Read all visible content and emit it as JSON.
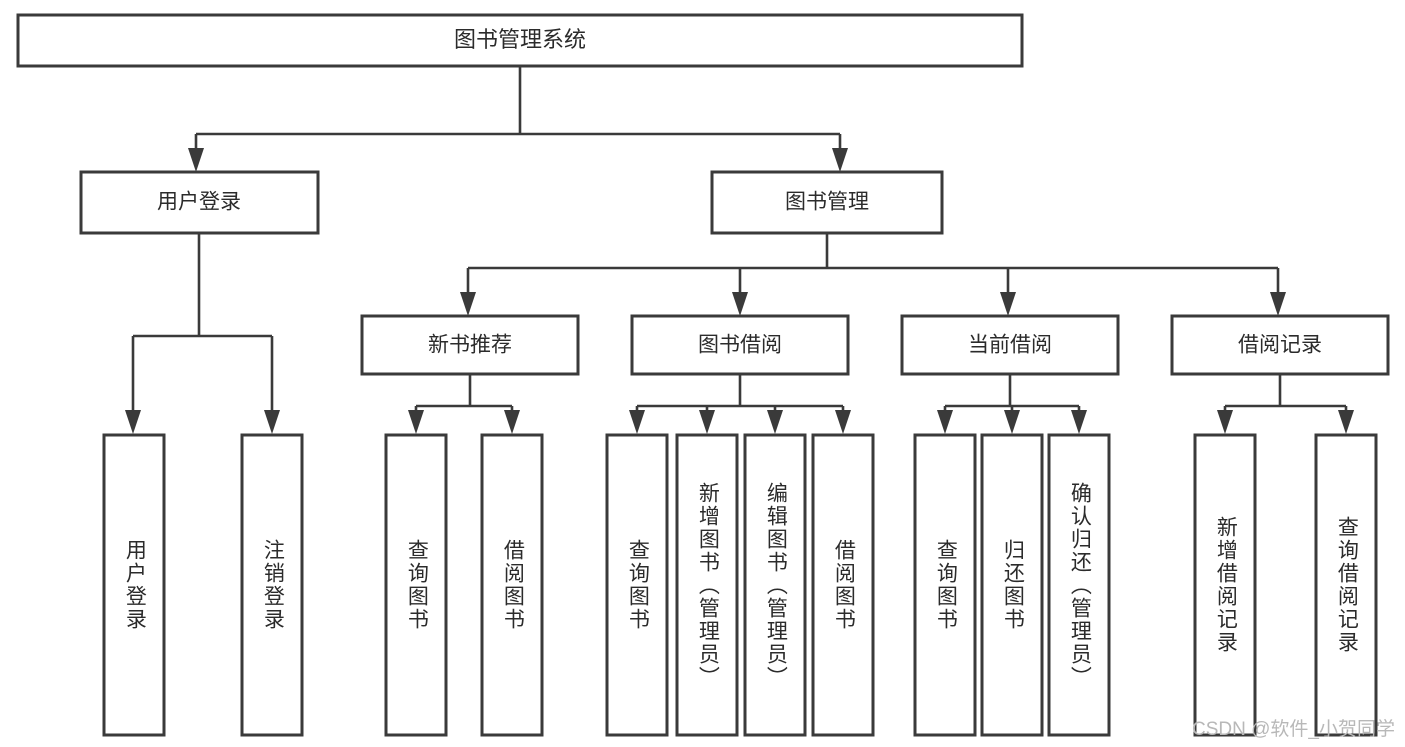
{
  "diagram": {
    "type": "tree",
    "title": "图书管理系统",
    "root": {
      "id": "root",
      "label": "图书管理系统",
      "orientation": "horizontal"
    },
    "level1": [
      {
        "id": "user-login",
        "label": "用户登录",
        "orientation": "horizontal"
      },
      {
        "id": "book-management",
        "label": "图书管理",
        "orientation": "horizontal"
      }
    ],
    "level2": [
      {
        "id": "new-book-recommend",
        "label": "新书推荐",
        "orientation": "horizontal",
        "parent": "book-management"
      },
      {
        "id": "book-borrow",
        "label": "图书借阅",
        "orientation": "horizontal",
        "parent": "book-management"
      },
      {
        "id": "current-borrow",
        "label": "当前借阅",
        "orientation": "horizontal",
        "parent": "book-management"
      },
      {
        "id": "borrow-record",
        "label": "借阅记录",
        "orientation": "horizontal",
        "parent": "book-management"
      }
    ],
    "leaves": [
      {
        "id": "leaf-user-login",
        "label": "用户登录",
        "parent": "user-login",
        "orientation": "vertical"
      },
      {
        "id": "leaf-logout-login",
        "label": "注销登录",
        "parent": "user-login",
        "orientation": "vertical"
      },
      {
        "id": "leaf-query-book-1",
        "label": "查询图书",
        "parent": "new-book-recommend",
        "orientation": "vertical"
      },
      {
        "id": "leaf-borrow-book-1",
        "label": "借阅图书",
        "parent": "new-book-recommend",
        "orientation": "vertical"
      },
      {
        "id": "leaf-query-book-2",
        "label": "查询图书",
        "parent": "book-borrow",
        "orientation": "vertical"
      },
      {
        "id": "leaf-add-book",
        "label": "新增图书（管理员）",
        "parent": "book-borrow",
        "orientation": "vertical"
      },
      {
        "id": "leaf-edit-book",
        "label": "编辑图书（管理员）",
        "parent": "book-borrow",
        "orientation": "vertical"
      },
      {
        "id": "leaf-borrow-book-2",
        "label": "借阅图书",
        "parent": "book-borrow",
        "orientation": "vertical"
      },
      {
        "id": "leaf-query-book-3",
        "label": "查询图书",
        "parent": "current-borrow",
        "orientation": "vertical"
      },
      {
        "id": "leaf-return-book",
        "label": "归还图书",
        "parent": "current-borrow",
        "orientation": "vertical"
      },
      {
        "id": "leaf-confirm-return",
        "label": "确认归还（管理员）",
        "parent": "current-borrow",
        "orientation": "vertical"
      },
      {
        "id": "leaf-add-record",
        "label": "新增借阅记录",
        "parent": "borrow-record",
        "orientation": "vertical"
      },
      {
        "id": "leaf-query-record",
        "label": "查询借阅记录",
        "parent": "borrow-record",
        "orientation": "vertical"
      }
    ],
    "colors": {
      "box_stroke": "#3a3a3a",
      "box_fill": "#ffffff",
      "connector": "#3a3a3a",
      "text": "#2b2b2b",
      "background": "#ffffff",
      "watermark": "#b8b8b8"
    }
  },
  "watermark": {
    "text": "CSDN @软件_小贺同学"
  }
}
